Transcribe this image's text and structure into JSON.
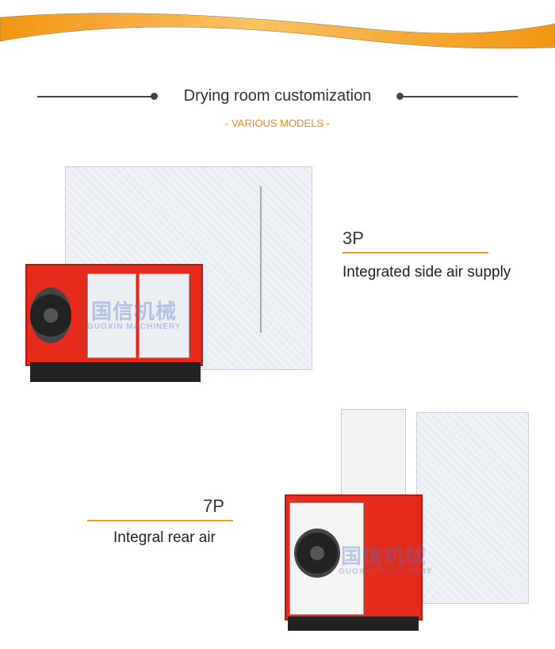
{
  "header": {
    "title": "Drying room customization",
    "subtitle": "- VARIOUS MODELS -"
  },
  "products": [
    {
      "model": "3P",
      "description": "Integrated side air supply"
    },
    {
      "model": "7P",
      "description": "Integral rear air"
    }
  ],
  "watermark": {
    "text": "GUOXIN MACHINERY",
    "mark": "国信机械"
  },
  "colors": {
    "accent": "#f5a024",
    "unit_red": "#e52c1c"
  }
}
